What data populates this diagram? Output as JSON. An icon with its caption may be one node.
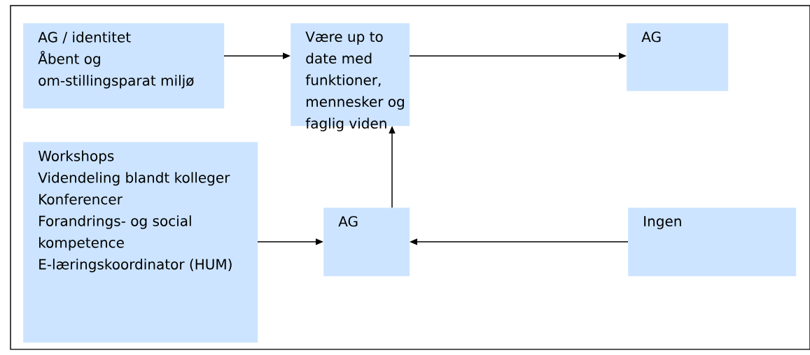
{
  "diagram": {
    "nodes": [
      {
        "text": [
          "AG / identitet",
          "Åbent og om-stillingsparat miljø"
        ]
      },
      {
        "text": [
          "Være up to date med funktioner, mennesker og faglig viden"
        ]
      },
      {
        "text": [
          "AG"
        ]
      },
      {
        "text": [
          "Workshops",
          "Videndeling blandt kolleger",
          "Konferencer",
          "Forandrings- og social kompetence",
          "E-læringskoordinator (HUM)"
        ]
      },
      {
        "text": [
          "AG"
        ]
      },
      {
        "text": [
          "Ingen"
        ]
      }
    ],
    "edges": [
      {
        "from": 0,
        "to": 1,
        "arrow": "to"
      },
      {
        "from": 1,
        "to": 2,
        "arrow": "to"
      },
      {
        "from": 4,
        "to": 1,
        "arrow": "to"
      },
      {
        "from": 3,
        "to": 4,
        "arrow": "to"
      },
      {
        "from": 5,
        "to": 4,
        "arrow": "to"
      }
    ]
  }
}
